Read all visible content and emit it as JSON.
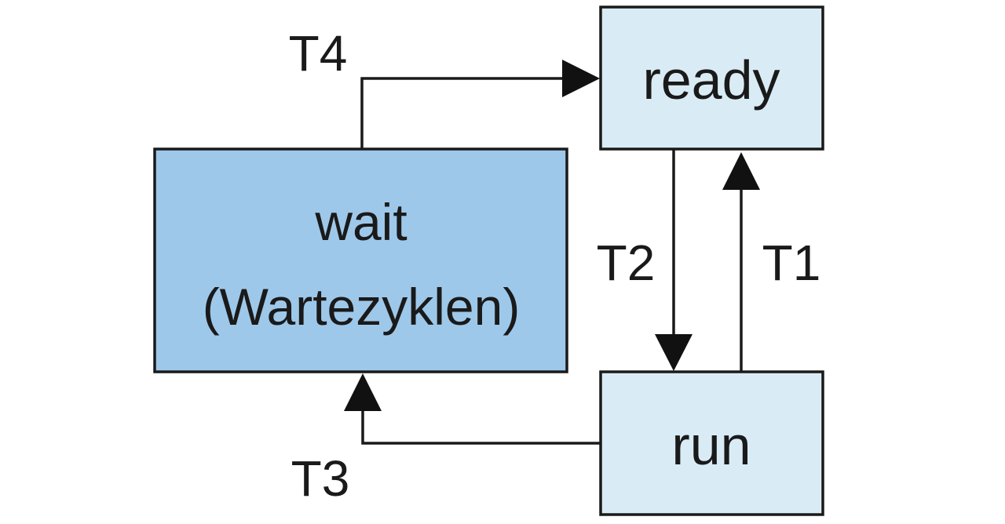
{
  "colors": {
    "ready_fill": "#d9ecf5",
    "run_fill": "#d9ecf5",
    "wait_fill": "#9ec8ea",
    "line": "#1a1a1a"
  },
  "states": {
    "ready": {
      "label": "ready"
    },
    "run": {
      "label": "run"
    },
    "wait": {
      "label_line1": "wait",
      "label_line2": "(Wartezyklen)"
    }
  },
  "transitions": {
    "t1": {
      "label": "T1",
      "from": "run",
      "to": "ready"
    },
    "t2": {
      "label": "T2",
      "from": "ready",
      "to": "run"
    },
    "t3": {
      "label": "T3",
      "from": "run",
      "to": "wait"
    },
    "t4": {
      "label": "T4",
      "from": "wait",
      "to": "ready"
    }
  }
}
